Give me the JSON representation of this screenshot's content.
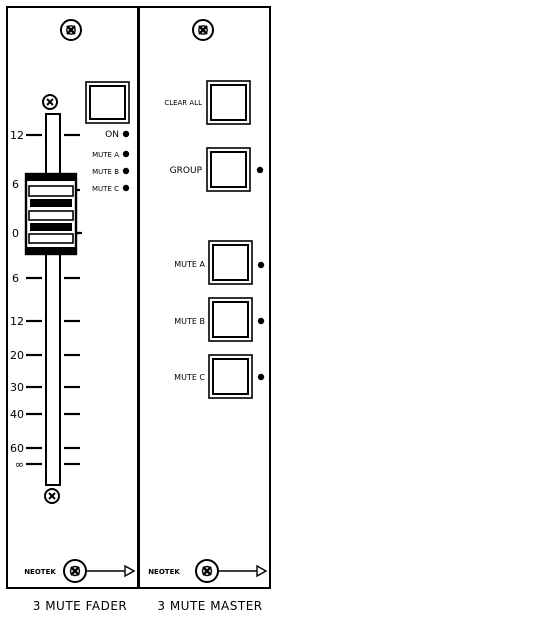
{
  "fader_panel": {
    "caption": "3 MUTE FADER",
    "brand": "NEOTEK",
    "scale": [
      "12",
      "6",
      "0",
      "6",
      "12",
      "20",
      "30",
      "40",
      "60",
      "∞"
    ],
    "indicators": [
      "ON",
      "MUTE A",
      "MUTE B",
      "MUTE C"
    ]
  },
  "master_panel": {
    "caption": "3 MUTE MASTER",
    "brand": "NEOTEK",
    "buttons": {
      "clear_all": "CLEAR ALL",
      "group": "GROUP",
      "mute_a": "MUTE A",
      "mute_b": "MUTE B",
      "mute_c": "MUTE C"
    }
  },
  "icons": {
    "mount": "mount-screw-icon",
    "arrow": "arrow-right-icon"
  }
}
